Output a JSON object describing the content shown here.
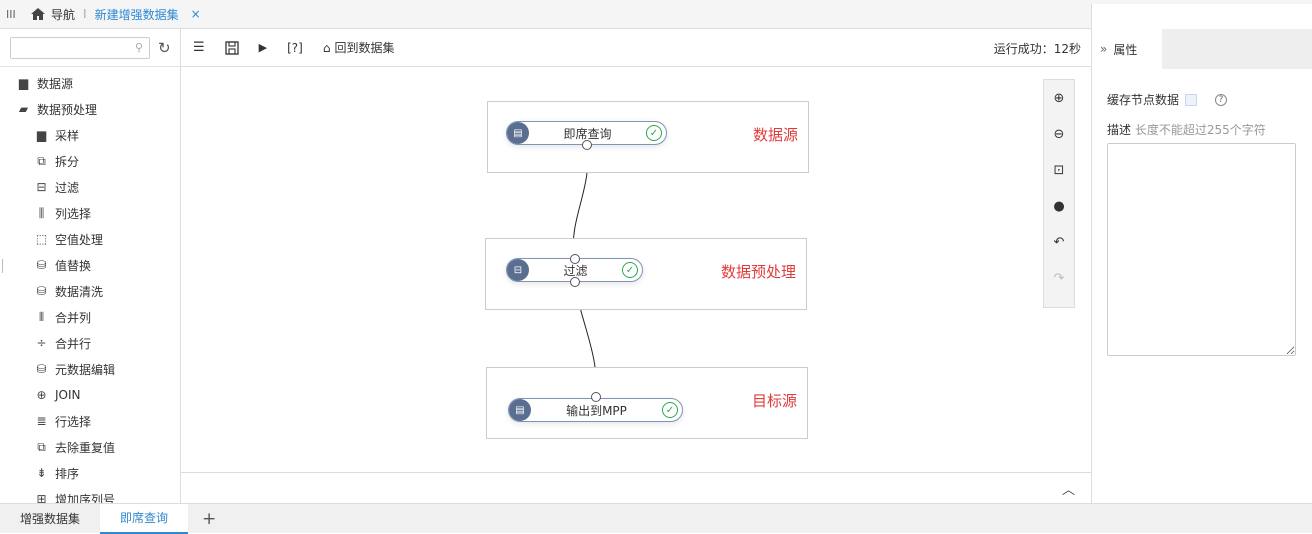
{
  "topbar": {
    "nav_label": "导航",
    "active_tab": "新建增强数据集",
    "close_glyph": "×"
  },
  "sidebar": {
    "search_placeholder": "",
    "items": [
      {
        "label": "数据源",
        "icon": "folder-icon"
      },
      {
        "label": "数据预处理",
        "icon": "folder-open-icon"
      },
      {
        "label": "采样",
        "icon": "folder-icon"
      },
      {
        "label": "拆分",
        "icon": "split-icon"
      },
      {
        "label": "过滤",
        "icon": "filter-icon"
      },
      {
        "label": "列选择",
        "icon": "column-select-icon"
      },
      {
        "label": "空值处理",
        "icon": "null-handle-icon"
      },
      {
        "label": "值替换",
        "icon": "database-icon"
      },
      {
        "label": "数据清洗",
        "icon": "database-icon"
      },
      {
        "label": "合并列",
        "icon": "merge-columns-icon"
      },
      {
        "label": "合并行",
        "icon": "merge-rows-icon"
      },
      {
        "label": "元数据编辑",
        "icon": "database-icon"
      },
      {
        "label": "JOIN",
        "icon": "join-icon"
      },
      {
        "label": "行选择",
        "icon": "row-select-icon"
      },
      {
        "label": "去除重复值",
        "icon": "dedupe-icon"
      },
      {
        "label": "排序",
        "icon": "sort-icon"
      },
      {
        "label": "增加序列号",
        "icon": "add-serial-icon"
      }
    ]
  },
  "toolbar": {
    "help_label": "[?]",
    "back_label": "回到数据集",
    "status": "运行成功：12秒"
  },
  "canvas": {
    "groups": [
      {
        "label": "数据源",
        "node": "即席查询"
      },
      {
        "label": "数据预处理",
        "node": "过滤"
      },
      {
        "label": "目标源",
        "node": "输出到MPP"
      }
    ]
  },
  "properties": {
    "tab_label": "属性",
    "cache_label": "缓存节点数据",
    "desc_label": "描述",
    "desc_placeholder": "长度不能超过255个字符"
  },
  "footer": {
    "tabs": [
      "增强数据集",
      "即席查询"
    ],
    "add_label": "+"
  }
}
